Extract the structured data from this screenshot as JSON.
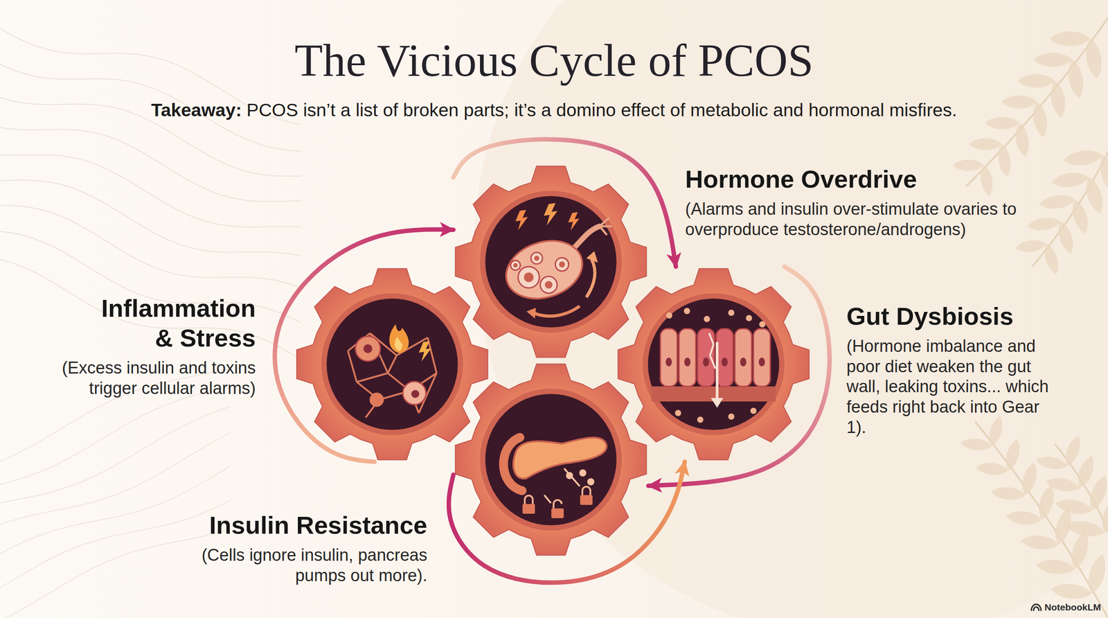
{
  "diagram": {
    "title": "The Vicious Cycle of PCOS",
    "nodes": [
      {
        "text": [
          "Hormone Overdrive",
          "(Alarms and insulin over-stimulate ovaries to overproduce testosterone/androgens)"
        ]
      },
      {
        "text": [
          "Inflammation & Stress",
          "(Excess insulin and toxins trigger cellular alarms)"
        ]
      },
      {
        "text": [
          "Gut Dysbiosis",
          "(Hormone imbalance and poor diet weaken the gut wall, leaking toxins... which feeds right back into Gear 1)."
        ]
      },
      {
        "text": [
          "Insulin Resistance",
          "(Cells ignore insulin, pancreas pumps out more)."
        ]
      }
    ],
    "edges": [
      {
        "from": 1,
        "to": 0,
        "arrow": "to"
      },
      {
        "from": 0,
        "to": 2,
        "arrow": "to"
      },
      {
        "from": 2,
        "to": 3,
        "arrow": "to"
      },
      {
        "from": 3,
        "to": 2,
        "arrow": "to"
      }
    ],
    "labels": [
      "Takeaway:",
      "PCOS isn’t a list of broken parts; it’s a domino effect of metabolic and hormonal misfires.",
      "NotebookLM"
    ]
  }
}
